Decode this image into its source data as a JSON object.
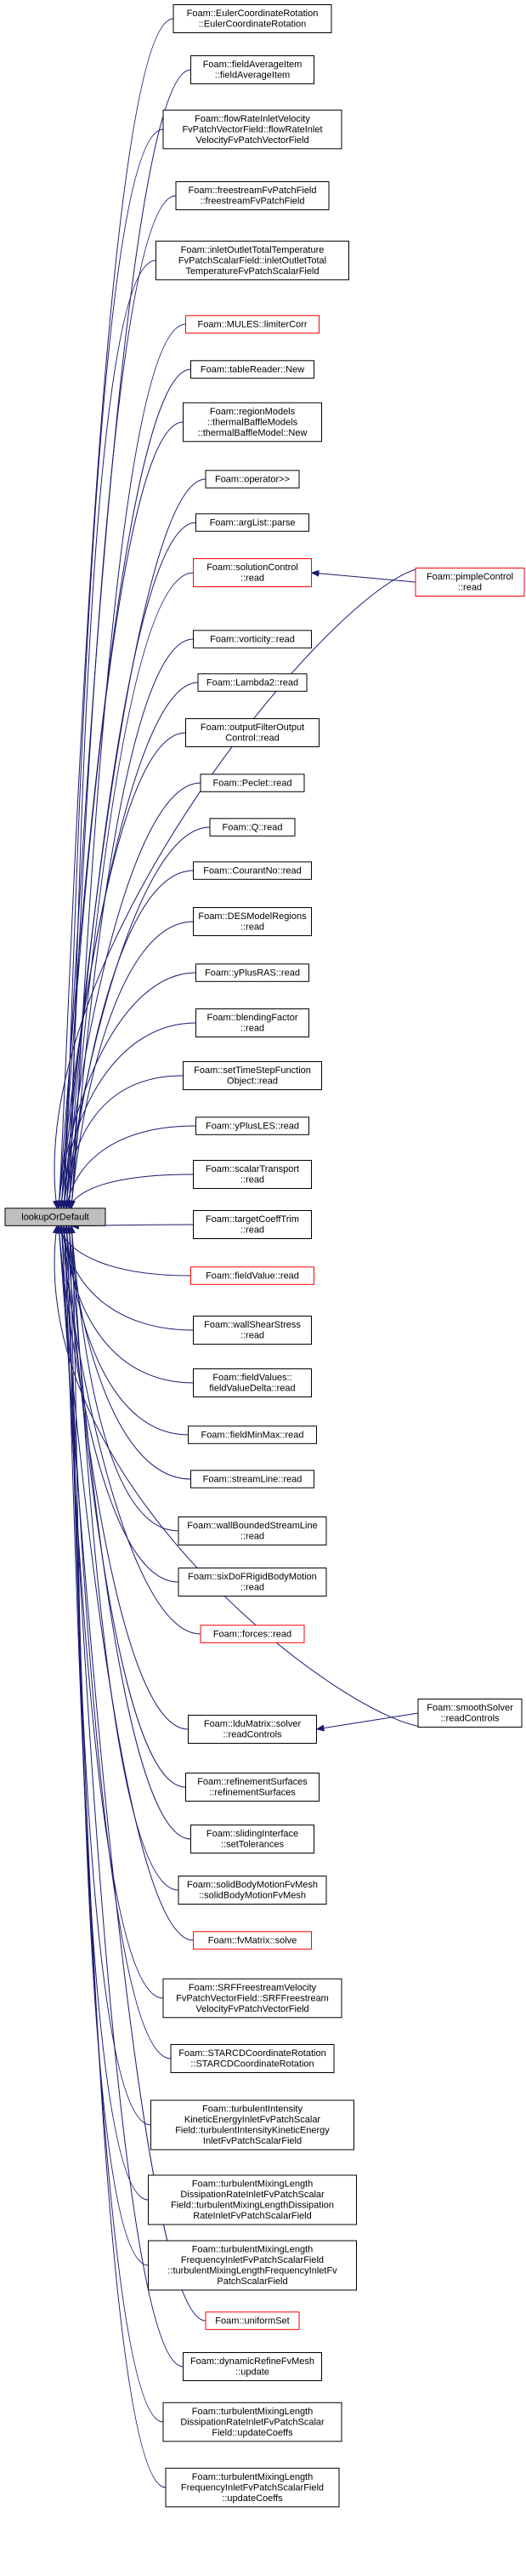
{
  "colors": {
    "edge": "#191970",
    "normal_border": "#000000",
    "highlight_border": "#ff0000",
    "root_fill": "#bfbfbf",
    "node_fill": "#ffffff"
  },
  "root": {
    "lines": [
      "lookupOrDefault"
    ]
  },
  "callers": [
    {
      "lines": [
        "Foam::EulerCoordinateRotation",
        "::EulerCoordinateRotation"
      ],
      "red": false
    },
    {
      "lines": [
        "Foam::fieldAverageItem",
        "::fieldAverageItem"
      ],
      "red": false
    },
    {
      "lines": [
        "Foam::flowRateInletVelocity",
        "FvPatchVectorField::flowRateInlet",
        "VelocityFvPatchVectorField"
      ],
      "red": false
    },
    {
      "lines": [
        "Foam::freestreamFvPatchField",
        "::freestreamFvPatchField"
      ],
      "red": false
    },
    {
      "lines": [
        "Foam::inletOutletTotalTemperature",
        "FvPatchScalarField::inletOutletTotal",
        "TemperatureFvPatchScalarField"
      ],
      "red": false
    },
    {
      "lines": [
        "Foam::MULES::limiterCorr"
      ],
      "red": true
    },
    {
      "lines": [
        "Foam::tableReader::New"
      ],
      "red": false
    },
    {
      "lines": [
        "Foam::regionModels",
        "::thermalBaffleModels",
        "::thermalBaffleModel::New"
      ],
      "red": false
    },
    {
      "lines": [
        "Foam::operator>>"
      ],
      "red": false
    },
    {
      "lines": [
        "Foam::argList::parse"
      ],
      "red": false
    },
    {
      "lines": [
        "Foam::solutionControl",
        "::read"
      ],
      "red": true
    },
    {
      "lines": [
        "Foam::vorticity::read"
      ],
      "red": false
    },
    {
      "lines": [
        "Foam::Lambda2::read"
      ],
      "red": false
    },
    {
      "lines": [
        "Foam::outputFilterOutput",
        "Control::read"
      ],
      "red": false
    },
    {
      "lines": [
        "Foam::Peclet::read"
      ],
      "red": false
    },
    {
      "lines": [
        "Foam::Q::read"
      ],
      "red": false
    },
    {
      "lines": [
        "Foam::CourantNo::read"
      ],
      "red": false
    },
    {
      "lines": [
        "Foam::DESModelRegions",
        "::read"
      ],
      "red": false
    },
    {
      "lines": [
        "Foam::yPlusRAS::read"
      ],
      "red": false
    },
    {
      "lines": [
        "Foam::blendingFactor",
        "::read"
      ],
      "red": false
    },
    {
      "lines": [
        "Foam::setTimeStepFunction",
        "Object::read"
      ],
      "red": false
    },
    {
      "lines": [
        "Foam::yPlusLES::read"
      ],
      "red": false
    },
    {
      "lines": [
        "Foam::scalarTransport",
        "::read"
      ],
      "red": false
    },
    {
      "lines": [
        "Foam::targetCoeffTrim",
        "::read"
      ],
      "red": false
    },
    {
      "lines": [
        "Foam::fieldValue::read"
      ],
      "red": true
    },
    {
      "lines": [
        "Foam::wallShearStress",
        "::read"
      ],
      "red": false
    },
    {
      "lines": [
        "Foam::fieldValues::",
        "fieldValueDelta::read"
      ],
      "red": false
    },
    {
      "lines": [
        "Foam::fieldMinMax::read"
      ],
      "red": false
    },
    {
      "lines": [
        "Foam::streamLine::read"
      ],
      "red": false
    },
    {
      "lines": [
        "Foam::wallBoundedStreamLine",
        "::read"
      ],
      "red": false
    },
    {
      "lines": [
        "Foam::sixDoFRigidBodyMotion",
        "::read"
      ],
      "red": false
    },
    {
      "lines": [
        "Foam::forces::read"
      ],
      "red": true
    },
    {
      "lines": [
        "Foam::lduMatrix::solver",
        "::readControls"
      ],
      "red": false
    },
    {
      "lines": [
        "Foam::refinementSurfaces",
        "::refinementSurfaces"
      ],
      "red": false
    },
    {
      "lines": [
        "Foam::slidingInterface",
        "::setTolerances"
      ],
      "red": false
    },
    {
      "lines": [
        "Foam::solidBodyMotionFvMesh",
        "::solidBodyMotionFvMesh"
      ],
      "red": false
    },
    {
      "lines": [
        "Foam::fvMatrix::solve"
      ],
      "red": true
    },
    {
      "lines": [
        "Foam::SRFFreestreamVelocity",
        "FvPatchVectorField::SRFFreestream",
        "VelocityFvPatchVectorField"
      ],
      "red": false
    },
    {
      "lines": [
        "Foam::STARCDCoordinateRotation",
        "::STARCDCoordinateRotation"
      ],
      "red": false
    },
    {
      "lines": [
        "Foam::turbulentIntensity",
        "KineticEnergyInletFvPatchScalar",
        "Field::turbulentIntensityKineticEnergy",
        "InletFvPatchScalarField"
      ],
      "red": false
    },
    {
      "lines": [
        "Foam::turbulentMixingLength",
        "DissipationRateInletFvPatchScalar",
        "Field::turbulentMixingLengthDissipation",
        "RateInletFvPatchScalarField"
      ],
      "red": false
    },
    {
      "lines": [
        "Foam::turbulentMixingLength",
        "FrequencyInletFvPatchScalarField",
        "::turbulentMixingLengthFrequencyInletFv",
        "PatchScalarField"
      ],
      "red": false
    },
    {
      "lines": [
        "Foam::uniformSet"
      ],
      "red": true
    },
    {
      "lines": [
        "Foam::dynamicRefineFvMesh",
        "::update"
      ],
      "red": false
    },
    {
      "lines": [
        "Foam::turbulentMixingLength",
        "DissipationRateInletFvPatchScalar",
        "Field::updateCoeffs"
      ],
      "red": false
    },
    {
      "lines": [
        "Foam::turbulentMixingLength",
        "FrequencyInletFvPatchScalarField",
        "::updateCoeffs"
      ],
      "red": false
    }
  ],
  "second_level": [
    {
      "lines": [
        "Foam::pimpleControl",
        "::read"
      ],
      "red": true,
      "calls": 10
    },
    {
      "lines": [
        "Foam::smoothSolver",
        "::readControls"
      ],
      "red": false,
      "calls": 32
    }
  ]
}
